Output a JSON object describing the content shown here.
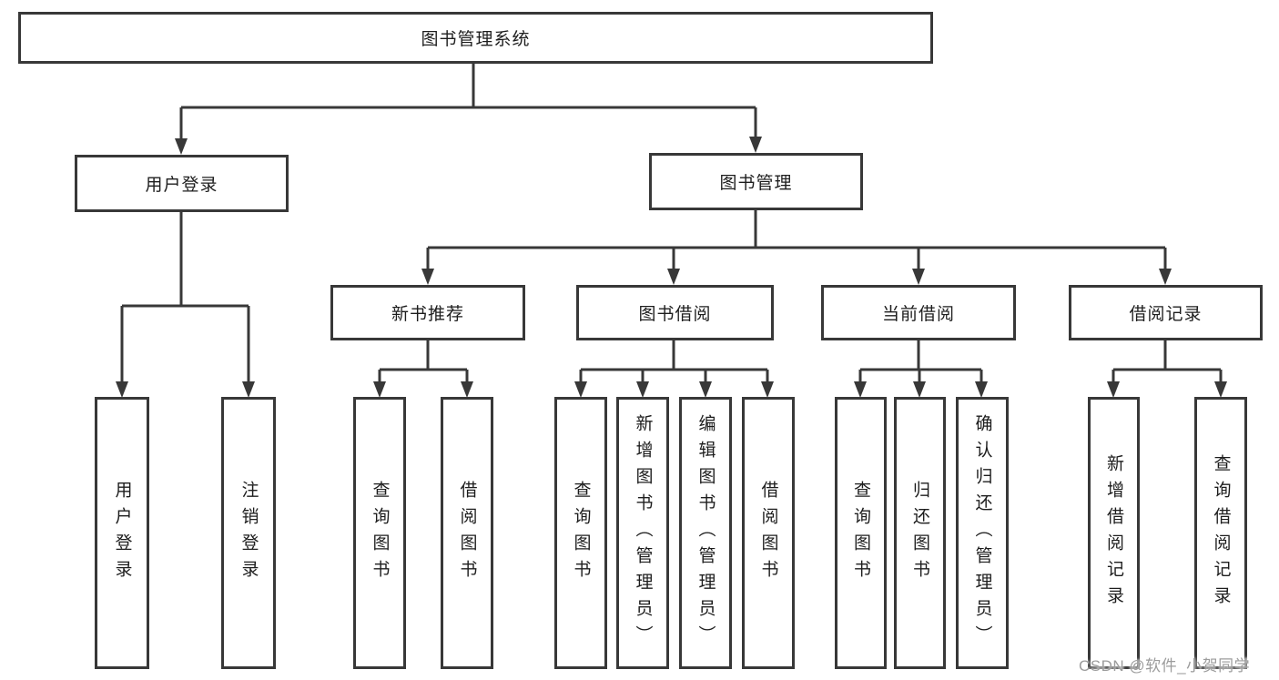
{
  "diagram": {
    "root": "图书管理系统",
    "level2": {
      "user_login": "用户登录",
      "book_mgmt": "图书管理"
    },
    "level3": {
      "new_books": "新书推荐",
      "book_borrow": "图书借阅",
      "current_borrow": "当前借阅",
      "borrow_records": "借阅记录"
    },
    "leaves": {
      "g1": [
        "用户登录",
        "注销登录"
      ],
      "g2": [
        "查询图书",
        "借阅图书"
      ],
      "g3": [
        "查询图书",
        "新增图书（管理员）",
        "编辑图书（管理员）",
        "借阅图书"
      ],
      "g4": [
        "查询图书",
        "归还图书",
        "确认归还（管理员）"
      ],
      "g5": [
        "新增借阅记录",
        "查询借阅记录"
      ]
    }
  },
  "watermark": "CSDN @软件_小贺同学",
  "colors": {
    "line": "#383838",
    "text": "#1d1d1d",
    "watermark": "#9c9c9c",
    "background": "#ffffff"
  }
}
